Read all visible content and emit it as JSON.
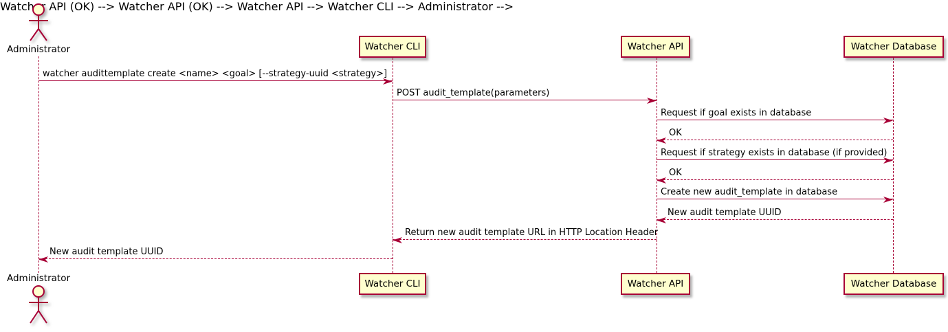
{
  "diagram": {
    "type": "sequence",
    "actor": {
      "name": "Administrator"
    },
    "participants": [
      {
        "label": "Watcher CLI"
      },
      {
        "label": "Watcher API"
      },
      {
        "label": "Watcher Database"
      }
    ],
    "messages": [
      {
        "from": "Administrator",
        "to": "Watcher CLI",
        "style": "solid",
        "text": "watcher audittemplate create <name> <goal> [--strategy-uuid <strategy>]"
      },
      {
        "from": "Watcher CLI",
        "to": "Watcher API",
        "style": "solid",
        "text": "POST audit_template(parameters)"
      },
      {
        "from": "Watcher API",
        "to": "Watcher Database",
        "style": "solid",
        "text": "Request if goal exists in database"
      },
      {
        "from": "Watcher Database",
        "to": "Watcher API",
        "style": "dashed",
        "text": "OK"
      },
      {
        "from": "Watcher API",
        "to": "Watcher Database",
        "style": "solid",
        "text": "Request if strategy exists in database (if provided)"
      },
      {
        "from": "Watcher Database",
        "to": "Watcher API",
        "style": "dashed",
        "text": "OK"
      },
      {
        "from": "Watcher API",
        "to": "Watcher Database",
        "style": "solid",
        "text": "Create new audit_template in database"
      },
      {
        "from": "Watcher Database",
        "to": "Watcher API",
        "style": "dashed",
        "text": "New audit template UUID"
      },
      {
        "from": "Watcher API",
        "to": "Watcher CLI",
        "style": "dashed",
        "text": "Return new audit template URL in HTTP Location Header"
      },
      {
        "from": "Watcher CLI",
        "to": "Administrator",
        "style": "dashed",
        "text": "New audit template UUID"
      }
    ],
    "colors": {
      "box_fill": "#FEFECE",
      "stroke": "#A80036",
      "text": "#000000",
      "background": "#FFFFFF"
    }
  }
}
